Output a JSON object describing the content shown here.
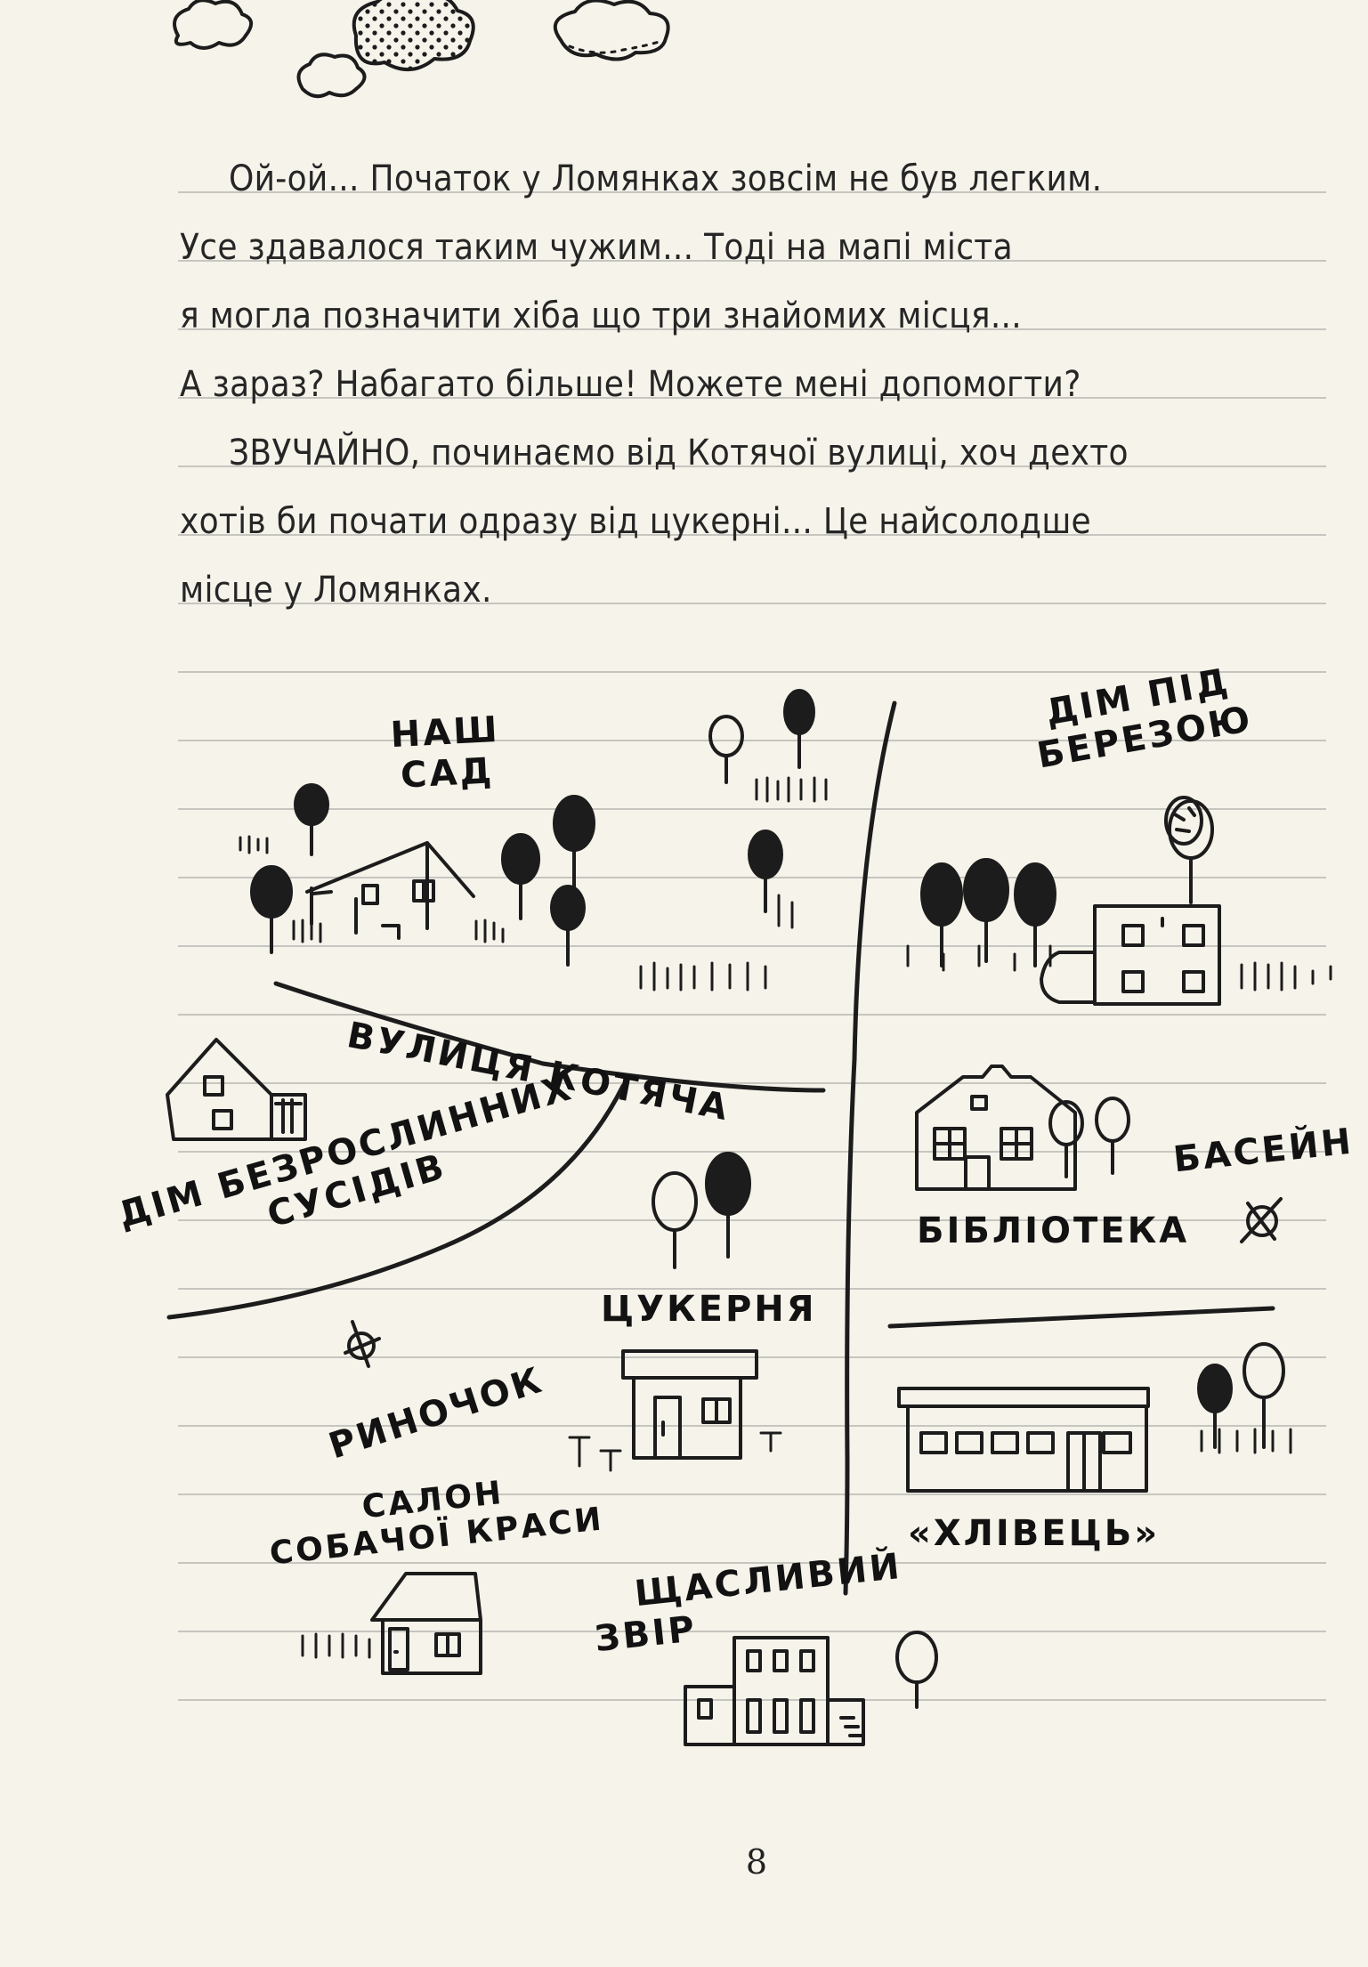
{
  "text": {
    "paragraph1": [
      "Ой-ой... Початок у Ломянках зовсім не був легким.",
      "Усе здавалося таким чужим... Тоді на мапі міста",
      "я могла позначити хіба що три знайомих місця...",
      "А зараз? Набагато більше! Можете мені допомогти?"
    ],
    "paragraph2": [
      "ЗВУЧАЙНО, починаємо від Котячої вулиці, хоч дехто",
      "хотів би почати одразу від цукерні... Це найсолодше",
      "місце у Ломянках."
    ]
  },
  "map": {
    "labels": {
      "our_garden": [
        "НАШ",
        "САД"
      ],
      "birch_house": [
        "ДІМ ПІД",
        "БЕРЕЗОЮ"
      ],
      "street": "ВУЛИЦЯ КОТЯЧА",
      "neighbors": [
        "ДІМ БЕЗРОСЛИННИХ",
        "СУСІДІВ"
      ],
      "pool": "БАСЕЙН",
      "library": "БІБЛІОТЕКА",
      "market": "РИНОЧОК",
      "candy_shop": "ЦУКЕРНЯ",
      "dog_salon": [
        "САЛОН",
        "СОБАЧОЇ КРАСИ"
      ],
      "happy_beast": [
        "ЩАСЛИВИЙ",
        "ЗВІР"
      ],
      "shed": "«ХЛІВЕЦЬ»"
    }
  },
  "page_number": "8",
  "colors": {
    "paper": "#f6f3ea",
    "ink": "#1c1c1c",
    "rule": "#c7c5c0"
  }
}
